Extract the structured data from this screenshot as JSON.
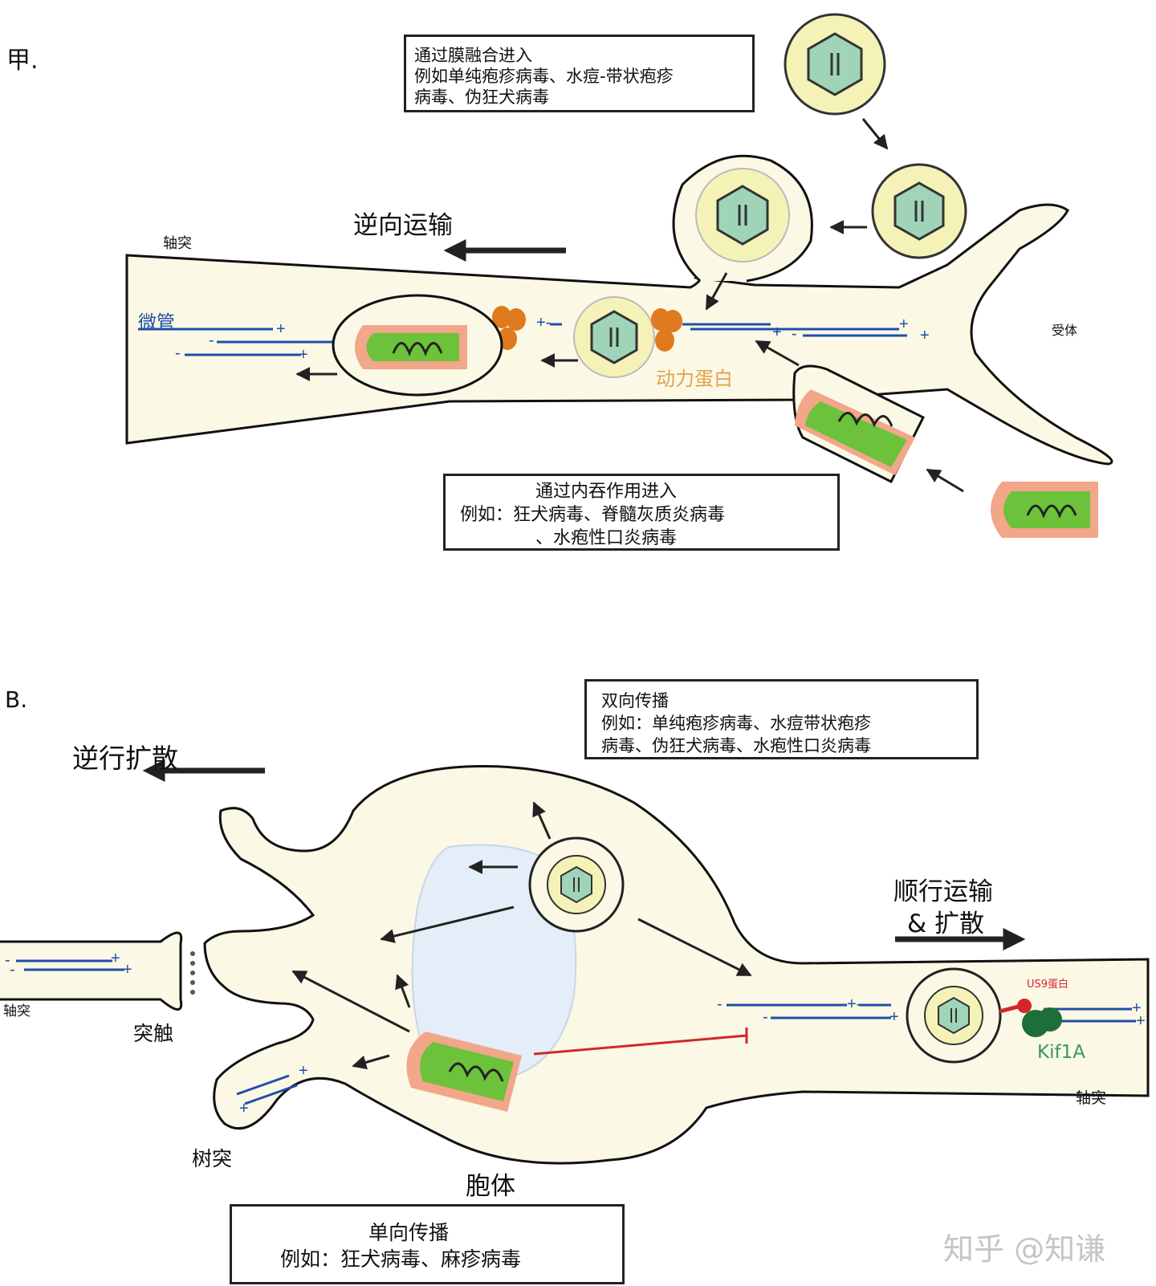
{
  "panel_a": {
    "letter": "甲.",
    "membrane_fusion_box": {
      "line1": "通过膜融合进入",
      "line2": "例如单纯疱疹病毒、水痘-带状疱疹",
      "line3": "病毒、伪狂犬病毒"
    },
    "retrograde_transport": "逆向运输",
    "axon": "轴突",
    "microtubule": "微管",
    "dynein": "动力蛋白",
    "receptor": "受体",
    "endocytosis_box": {
      "line1": "通过内吞作用进入",
      "line2": "例如：狂犬病毒、脊髓灰质炎病毒",
      "line3": "、水疱性口炎病毒"
    }
  },
  "panel_b": {
    "letter": "B.",
    "bidirectional_box": {
      "line1": "双向传播",
      "line2": "例如：单纯疱疹病毒、水痘带状疱疹",
      "line3": "病毒、伪狂犬病毒、水疱性口炎病毒"
    },
    "retrograde_spread": "逆行扩散",
    "anterograde_line1": "顺行运输",
    "anterograde_line2": "& 扩散",
    "axon_left": "轴突",
    "synapse": "突触",
    "dendrite": "树突",
    "soma": "胞体",
    "us9": "US9蛋白",
    "kif1a": "Kif1A",
    "axon_right": "轴突",
    "unidirectional_box": {
      "line1": "单向传播",
      "line2": "例如：狂犬病毒、麻疹病毒"
    }
  },
  "watermark": "知乎 @知谦",
  "colors": {
    "cytoplasm": "#fbf8e6",
    "capsule_yellow": "#f5f2b8",
    "capsid_green": "#9fd4b8",
    "rabies_pink": "#f2a68a",
    "rabies_green": "#6cc23a",
    "microtubule_blue": "#1f4fa8",
    "dynein_orange": "#e07a1e",
    "kinesin_green": "#1e6e3a",
    "us9_red": "#d6262a",
    "nucleus_blue": "#e3eef8"
  }
}
